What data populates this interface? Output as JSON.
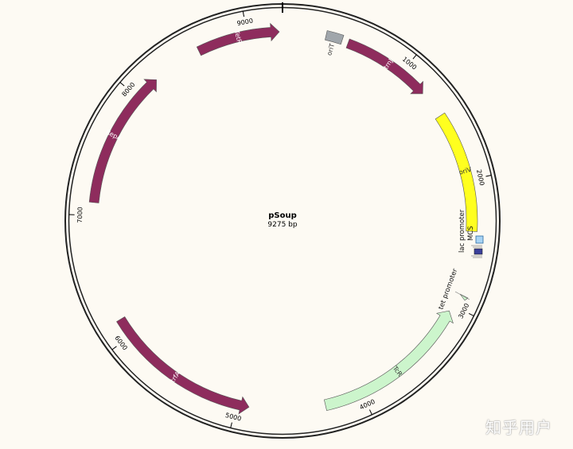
{
  "plasmid": {
    "name": "pSoup",
    "size_label": "9275 bp",
    "length_bp": 9275
  },
  "ticks": [
    {
      "bp": 1000,
      "label": "1000"
    },
    {
      "bp": 2000,
      "label": "2000"
    },
    {
      "bp": 3000,
      "label": "3000"
    },
    {
      "bp": 4000,
      "label": "4000"
    },
    {
      "bp": 5000,
      "label": "5000"
    },
    {
      "bp": 6000,
      "label": "6000"
    },
    {
      "bp": 7000,
      "label": "7000"
    },
    {
      "bp": 8000,
      "label": "8000"
    },
    {
      "bp": 9000,
      "label": "9000"
    }
  ],
  "features": [
    {
      "id": "orit",
      "label": "oriT",
      "start": 340,
      "end": 470,
      "color": "#a0a6ab",
      "shape": "box",
      "label_outside": true
    },
    {
      "id": "trfa-small",
      "label": "trnJ",
      "start": 520,
      "end": 1230,
      "color": "#8e2c5d",
      "shape": "arrow"
    },
    {
      "id": "oriv",
      "label": "oriV",
      "start": 1450,
      "end": 2400,
      "color": "#ffff1f",
      "shape": "box"
    },
    {
      "id": "tcr",
      "label": "TcR",
      "start": 3050,
      "end": 4300,
      "color": "#ccf5cc",
      "shape": "arrow-rev"
    },
    {
      "id": "trfa",
      "label": "trfA",
      "start": 4900,
      "end": 6150,
      "color": "#8e2c5d",
      "shape": "arrow-rev"
    },
    {
      "id": "repa",
      "label": "RepA",
      "start": 7100,
      "end": 8200,
      "color": "#8e2c5d",
      "shape": "arrow"
    },
    {
      "id": "tetr",
      "label": "TetR",
      "start": 8600,
      "end": 9250,
      "color": "#8e2c5d",
      "shape": "arrow"
    }
  ],
  "small_labels": {
    "lac_promoter": "lac promoter",
    "mcs": "MCS",
    "tet_promoter": "tet promoter"
  },
  "watermark": "知乎用户"
}
